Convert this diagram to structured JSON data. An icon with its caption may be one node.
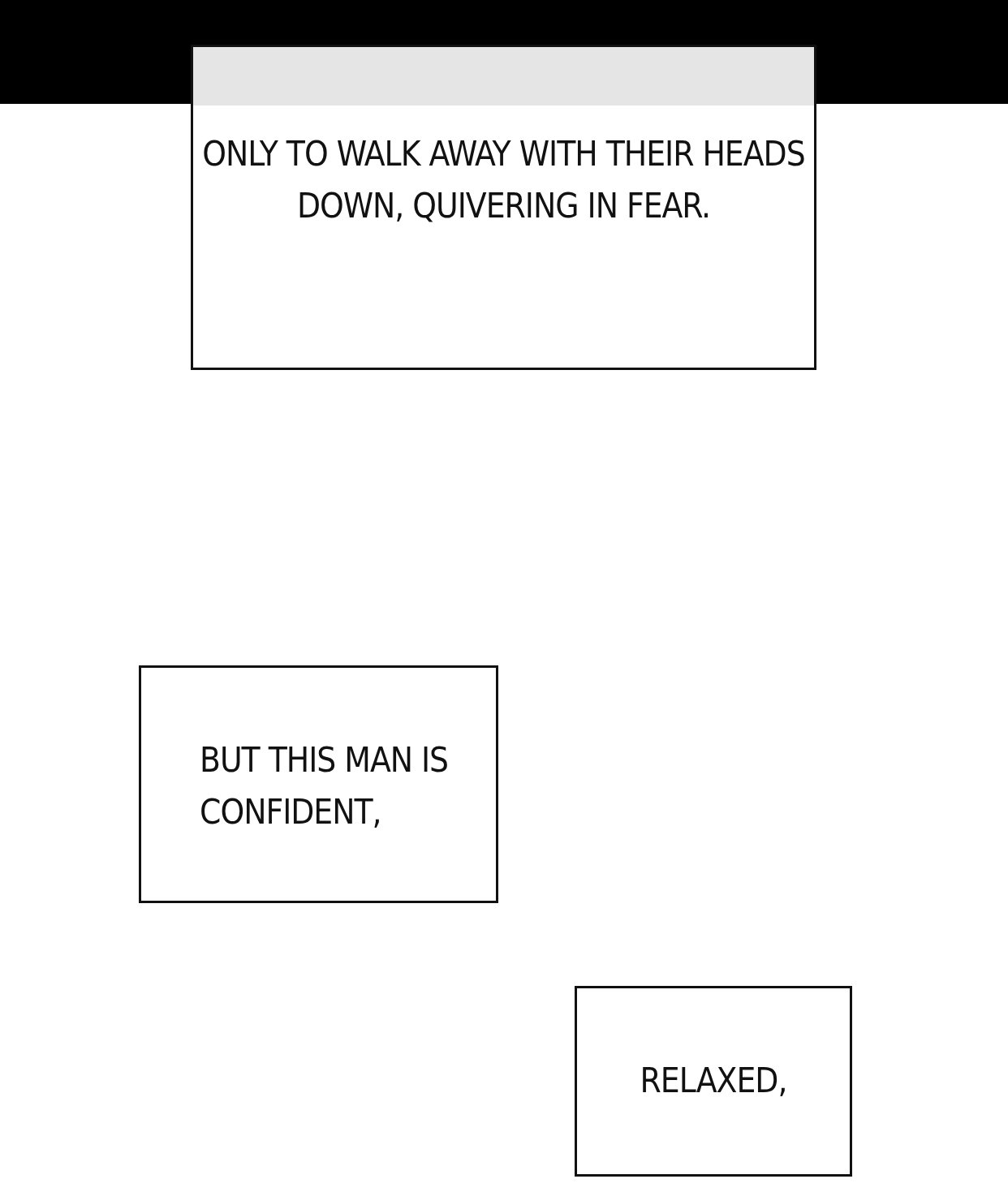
{
  "diagram": {
    "nodes": [
      {
        "text": [
          "ONLY TO WALK AWAY WITH THEIR HEADS DOWN, QUIVERING IN FEAR."
        ]
      },
      {
        "text": [
          "BUT THIS MAN IS CONFIDENT,"
        ]
      },
      {
        "text": [
          "RELAXED,"
        ]
      }
    ]
  }
}
